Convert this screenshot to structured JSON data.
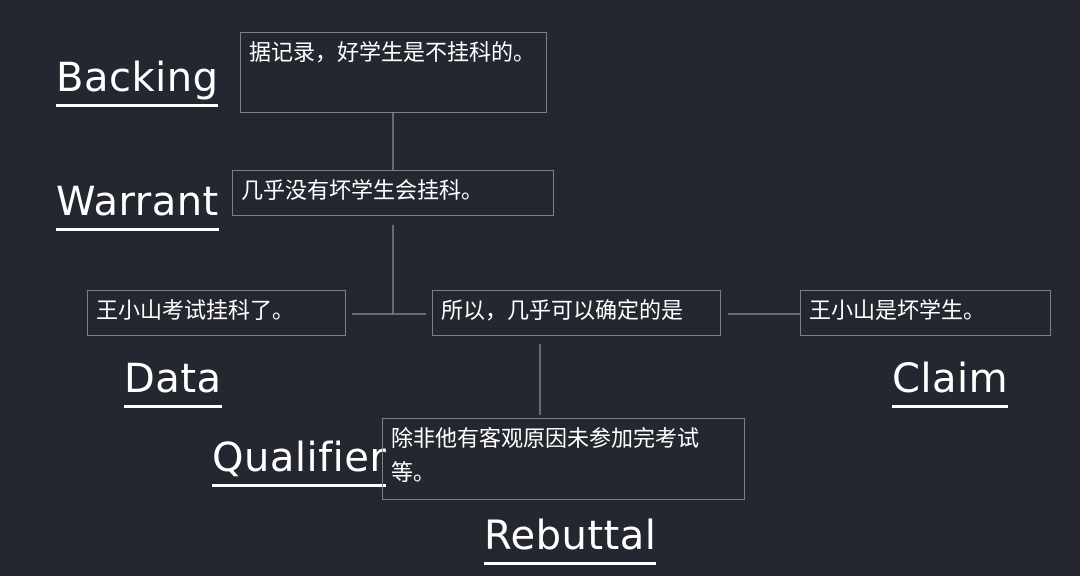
{
  "nodes": {
    "backing": {
      "label": "Backing",
      "text": "据记录，好学生是不挂科的。"
    },
    "warrant": {
      "label": "Warrant",
      "text": "几乎没有坏学生会挂科。"
    },
    "data": {
      "label": "Data",
      "text": "王小山考试挂科了。"
    },
    "qualifier": {
      "label": "Qualifier",
      "text": "所以，几乎可以确定的是"
    },
    "claim": {
      "label": "Claim",
      "text": "王小山是坏学生。"
    },
    "rebuttal": {
      "label": "Rebuttal",
      "text": "除非他有客观原因未参加完考试等。"
    }
  },
  "colors": {
    "background": "#24272f",
    "box_border": "#7d808a",
    "text": "#ffffff"
  }
}
